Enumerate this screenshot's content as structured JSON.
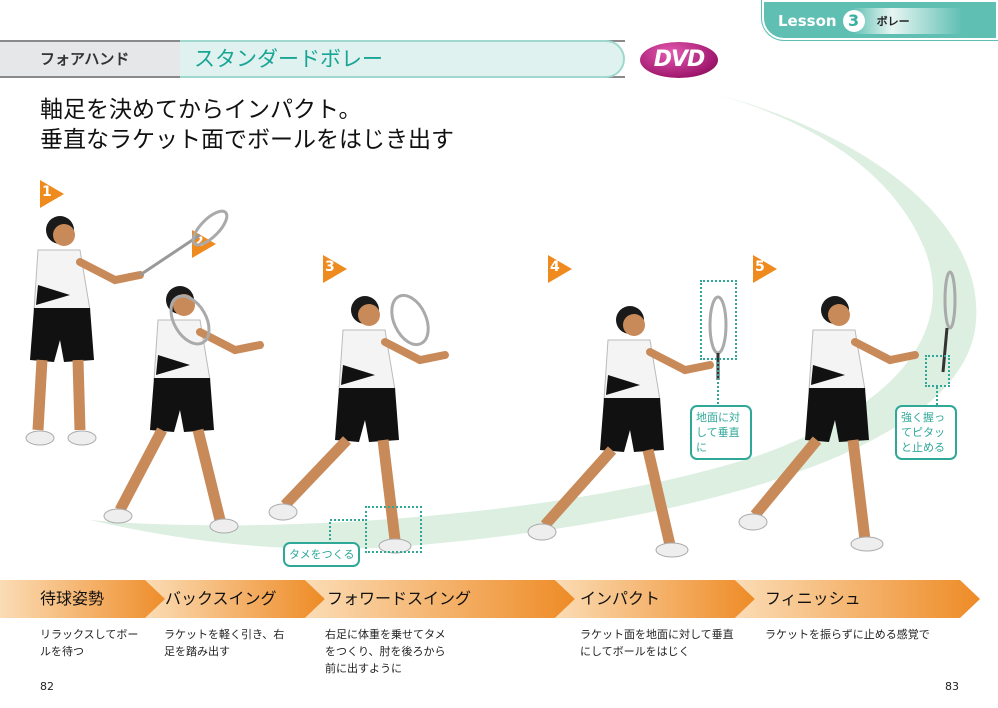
{
  "lesson_tab": {
    "word": "Lesson",
    "number": "3",
    "name": "ボレー"
  },
  "title_bar": {
    "category": "フォアハンド",
    "title": "スタンダードボレー"
  },
  "dvd_badge": "DVD",
  "headline": [
    "軸足を決めてからインパクト。",
    "垂直なラケット面でボールをはじき出す"
  ],
  "markers": [
    "1",
    "2",
    "3",
    "4",
    "5"
  ],
  "callouts": {
    "tame": "タメをつくる",
    "vertical": "地面に対して垂直に",
    "grip": "強く握ってピタッと止める"
  },
  "steps": [
    {
      "label": "待球姿勢",
      "desc": "リラックスしてボールを待つ"
    },
    {
      "label": "バックスイング",
      "desc": "ラケットを軽く引き、右足を踏み出す"
    },
    {
      "label": "フォワードスイング",
      "desc": "右足に体重を乗せてタメをつくり、肘を後ろから前に出すように"
    },
    {
      "label": "インパクト",
      "desc": "ラケット面を地面に対して垂直にしてボールをはじく"
    },
    {
      "label": "フィニッシュ",
      "desc": "ラケットを振らずに止める感覚で"
    }
  ],
  "page_numbers": {
    "left": "82",
    "right": "83"
  },
  "colors": {
    "teal": "#5fbfb3",
    "orange": "#ef8a1e",
    "dvd": "#a0186e"
  }
}
